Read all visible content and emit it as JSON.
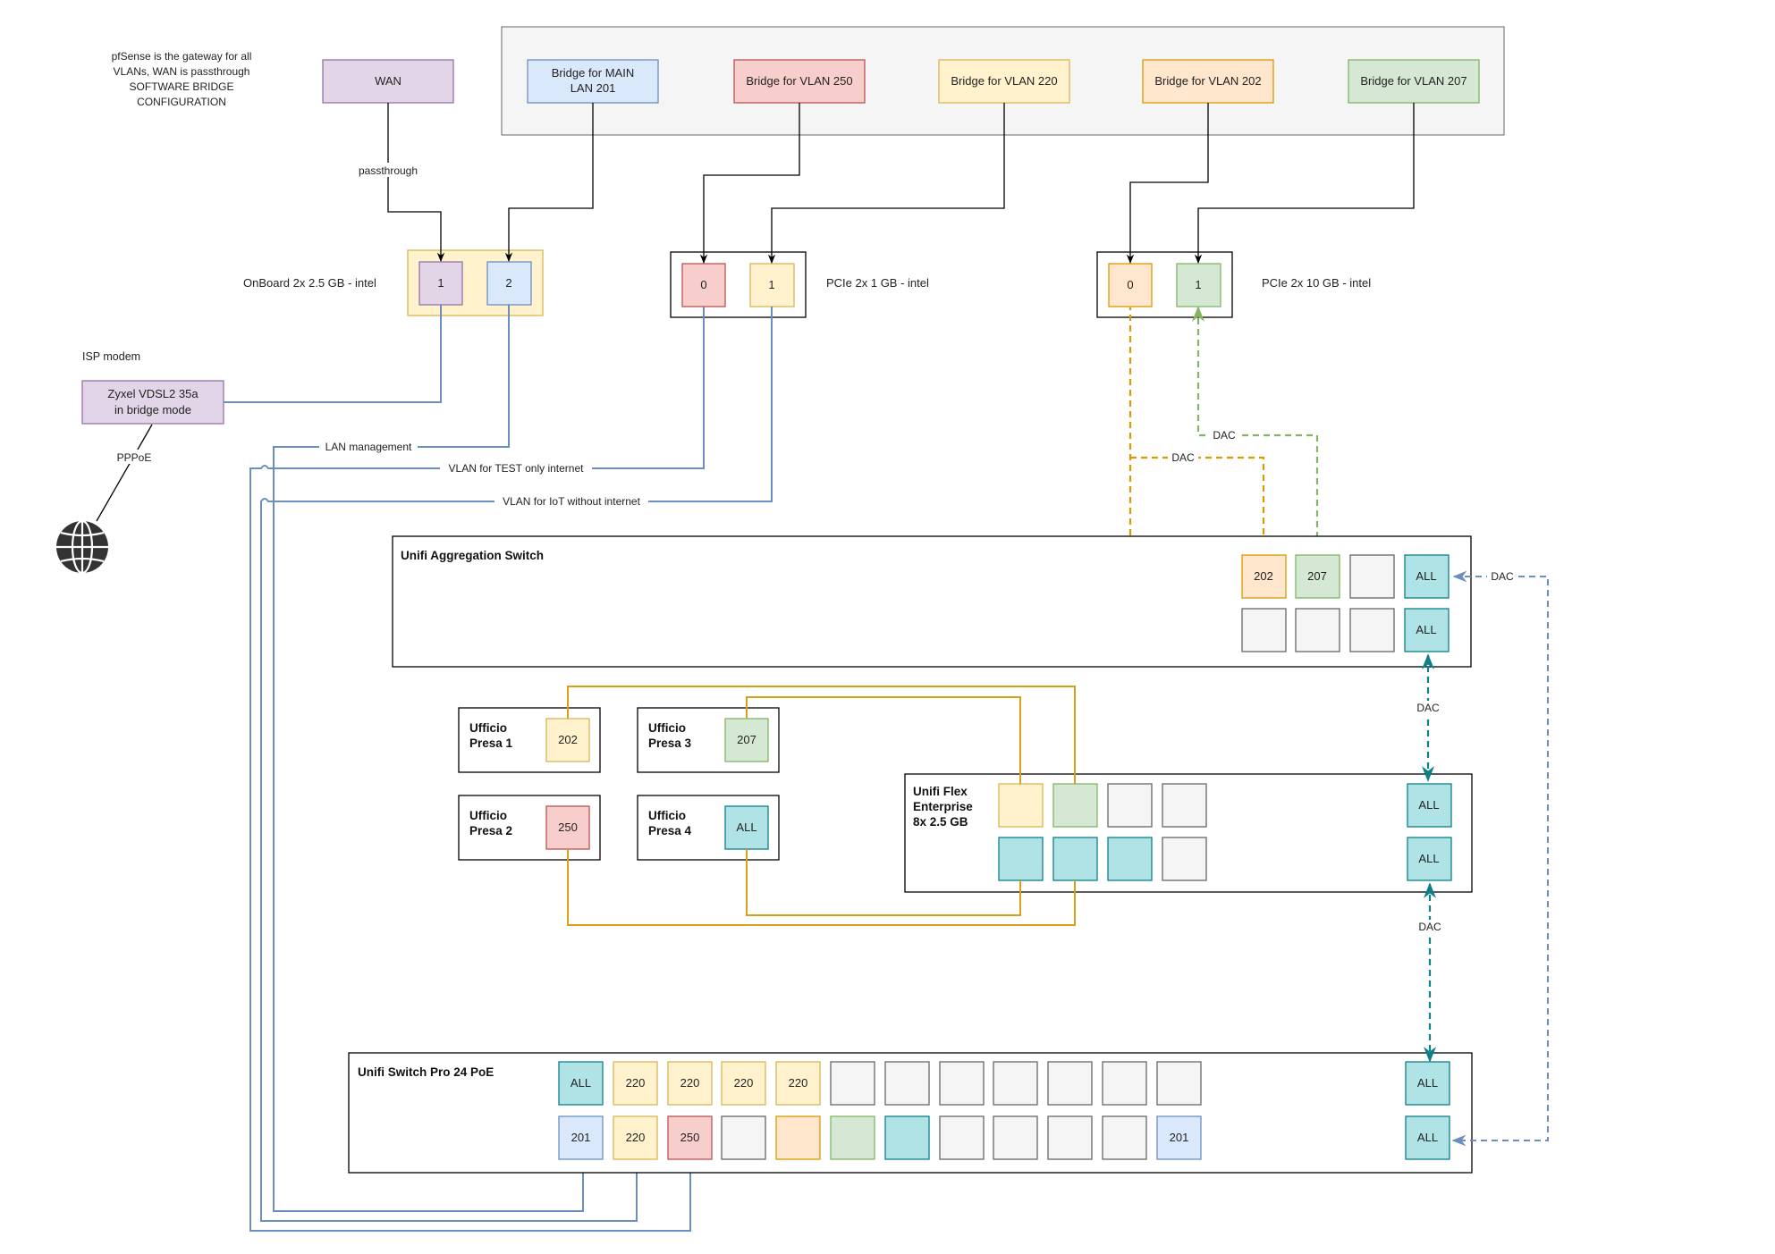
{
  "notes": {
    "pfsense": [
      "pfSense is the gateway for all",
      "VLANs, WAN is passthrough",
      "SOFTWARE BRIDGE",
      "CONFIGURATION"
    ],
    "isp_modem": "ISP modem"
  },
  "bridges": {
    "wan": "WAN",
    "main_lan": [
      "Bridge for MAIN",
      "LAN 201"
    ],
    "vlan250": "Bridge for VLAN 250",
    "vlan220": "Bridge for VLAN 220",
    "vlan202": "Bridge for VLAN 202",
    "vlan207": "Bridge for VLAN  207"
  },
  "nics": {
    "onboard": {
      "label": "OnBoard 2x 2.5 GB - intel",
      "ports": [
        "1",
        "2"
      ]
    },
    "pcie1": {
      "label": "PCIe 2x 1 GB - intel",
      "ports": [
        "0",
        "1"
      ]
    },
    "pcie10": {
      "label": "PCIe 2x 10 GB - intel",
      "ports": [
        "0",
        "1"
      ]
    }
  },
  "modem": [
    "Zyxel VDSL2 35a",
    "in bridge mode"
  ],
  "link_labels": {
    "passthrough": "passthrough",
    "pppoe": "PPPoE",
    "lan_mgmt": "LAN management",
    "vlan_test": "VLAN for TEST only internet",
    "vlan_iot": "VLAN for IoT without internet",
    "dac": "DAC"
  },
  "aggregation": {
    "title": "Unifi Aggregation Switch",
    "row1": [
      "202",
      "207",
      "",
      "ALL"
    ],
    "row2": [
      "",
      "",
      "",
      "ALL"
    ]
  },
  "flex": {
    "title": [
      "Unifi Flex",
      "Enterprise",
      "8x 2.5 GB"
    ],
    "row1": [
      "",
      "",
      "",
      "",
      "ALL"
    ],
    "row2": [
      "",
      "",
      "",
      "",
      "ALL"
    ]
  },
  "ufficio": [
    {
      "name": [
        "Ufficio",
        "Presa 1"
      ],
      "port": "202"
    },
    {
      "name": [
        "Ufficio",
        "Presa 3"
      ],
      "port": "207"
    },
    {
      "name": [
        "Ufficio",
        "Presa 2"
      ],
      "port": "250"
    },
    {
      "name": [
        "Ufficio",
        "Presa 4"
      ],
      "port": "ALL"
    }
  ],
  "pro24": {
    "title": "Unifi Switch Pro 24 PoE",
    "row1": [
      "ALL",
      "220",
      "220",
      "220",
      "220",
      "",
      "",
      "",
      "",
      "",
      "",
      "",
      "ALL"
    ],
    "row2": [
      "201",
      "220",
      "250",
      "",
      "",
      "",
      "",
      "",
      "",
      "",
      "",
      "201",
      "ALL"
    ]
  },
  "colors": {
    "purple_fill": "#e1d5e7",
    "purple_stroke": "#9673a6",
    "blue_fill": "#dae8fc",
    "blue_stroke": "#6c8ebf",
    "red_fill": "#f8cecc",
    "red_stroke": "#b85450",
    "yellow_fill": "#fff2cc",
    "yellow_stroke": "#d6b656",
    "orange_fill": "#ffe6cc",
    "orange_stroke": "#d79b00",
    "green_fill": "#d5e8d4",
    "green_stroke": "#82b366",
    "teal_fill": "#b0e3e6",
    "teal_stroke": "#0e8088",
    "grey_fill": "#f5f5f5",
    "grey_stroke": "#666666",
    "link_blue": "#6c8ebf",
    "link_orange": "#d79b00",
    "link_green": "#82b366",
    "link_teal": "#0e8088"
  }
}
